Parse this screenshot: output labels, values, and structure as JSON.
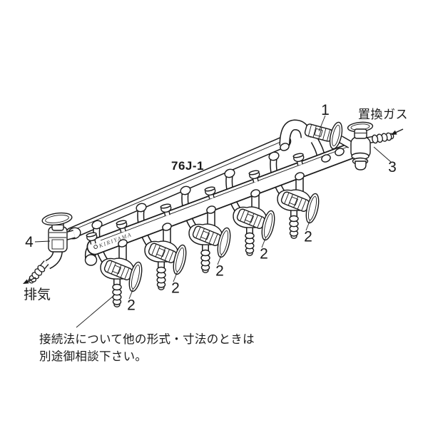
{
  "diagram": {
    "model_label": "76J-1",
    "brand": "KIRIYAMA",
    "callouts": {
      "top_stopcock": "1",
      "gas_inlet_valve": "3",
      "exhaust_stopcock": "4"
    },
    "port_labels": [
      "2",
      "2",
      "2",
      "2",
      "2"
    ],
    "annotations": {
      "replacement_gas": "置換ガス",
      "exhaust": "排気",
      "note_line1": "接続法について他の形式・寸法のときは",
      "note_line2": "別途御相談下さい。"
    },
    "colors": {
      "line": "#1a1a1a",
      "background": "#ffffff"
    }
  }
}
